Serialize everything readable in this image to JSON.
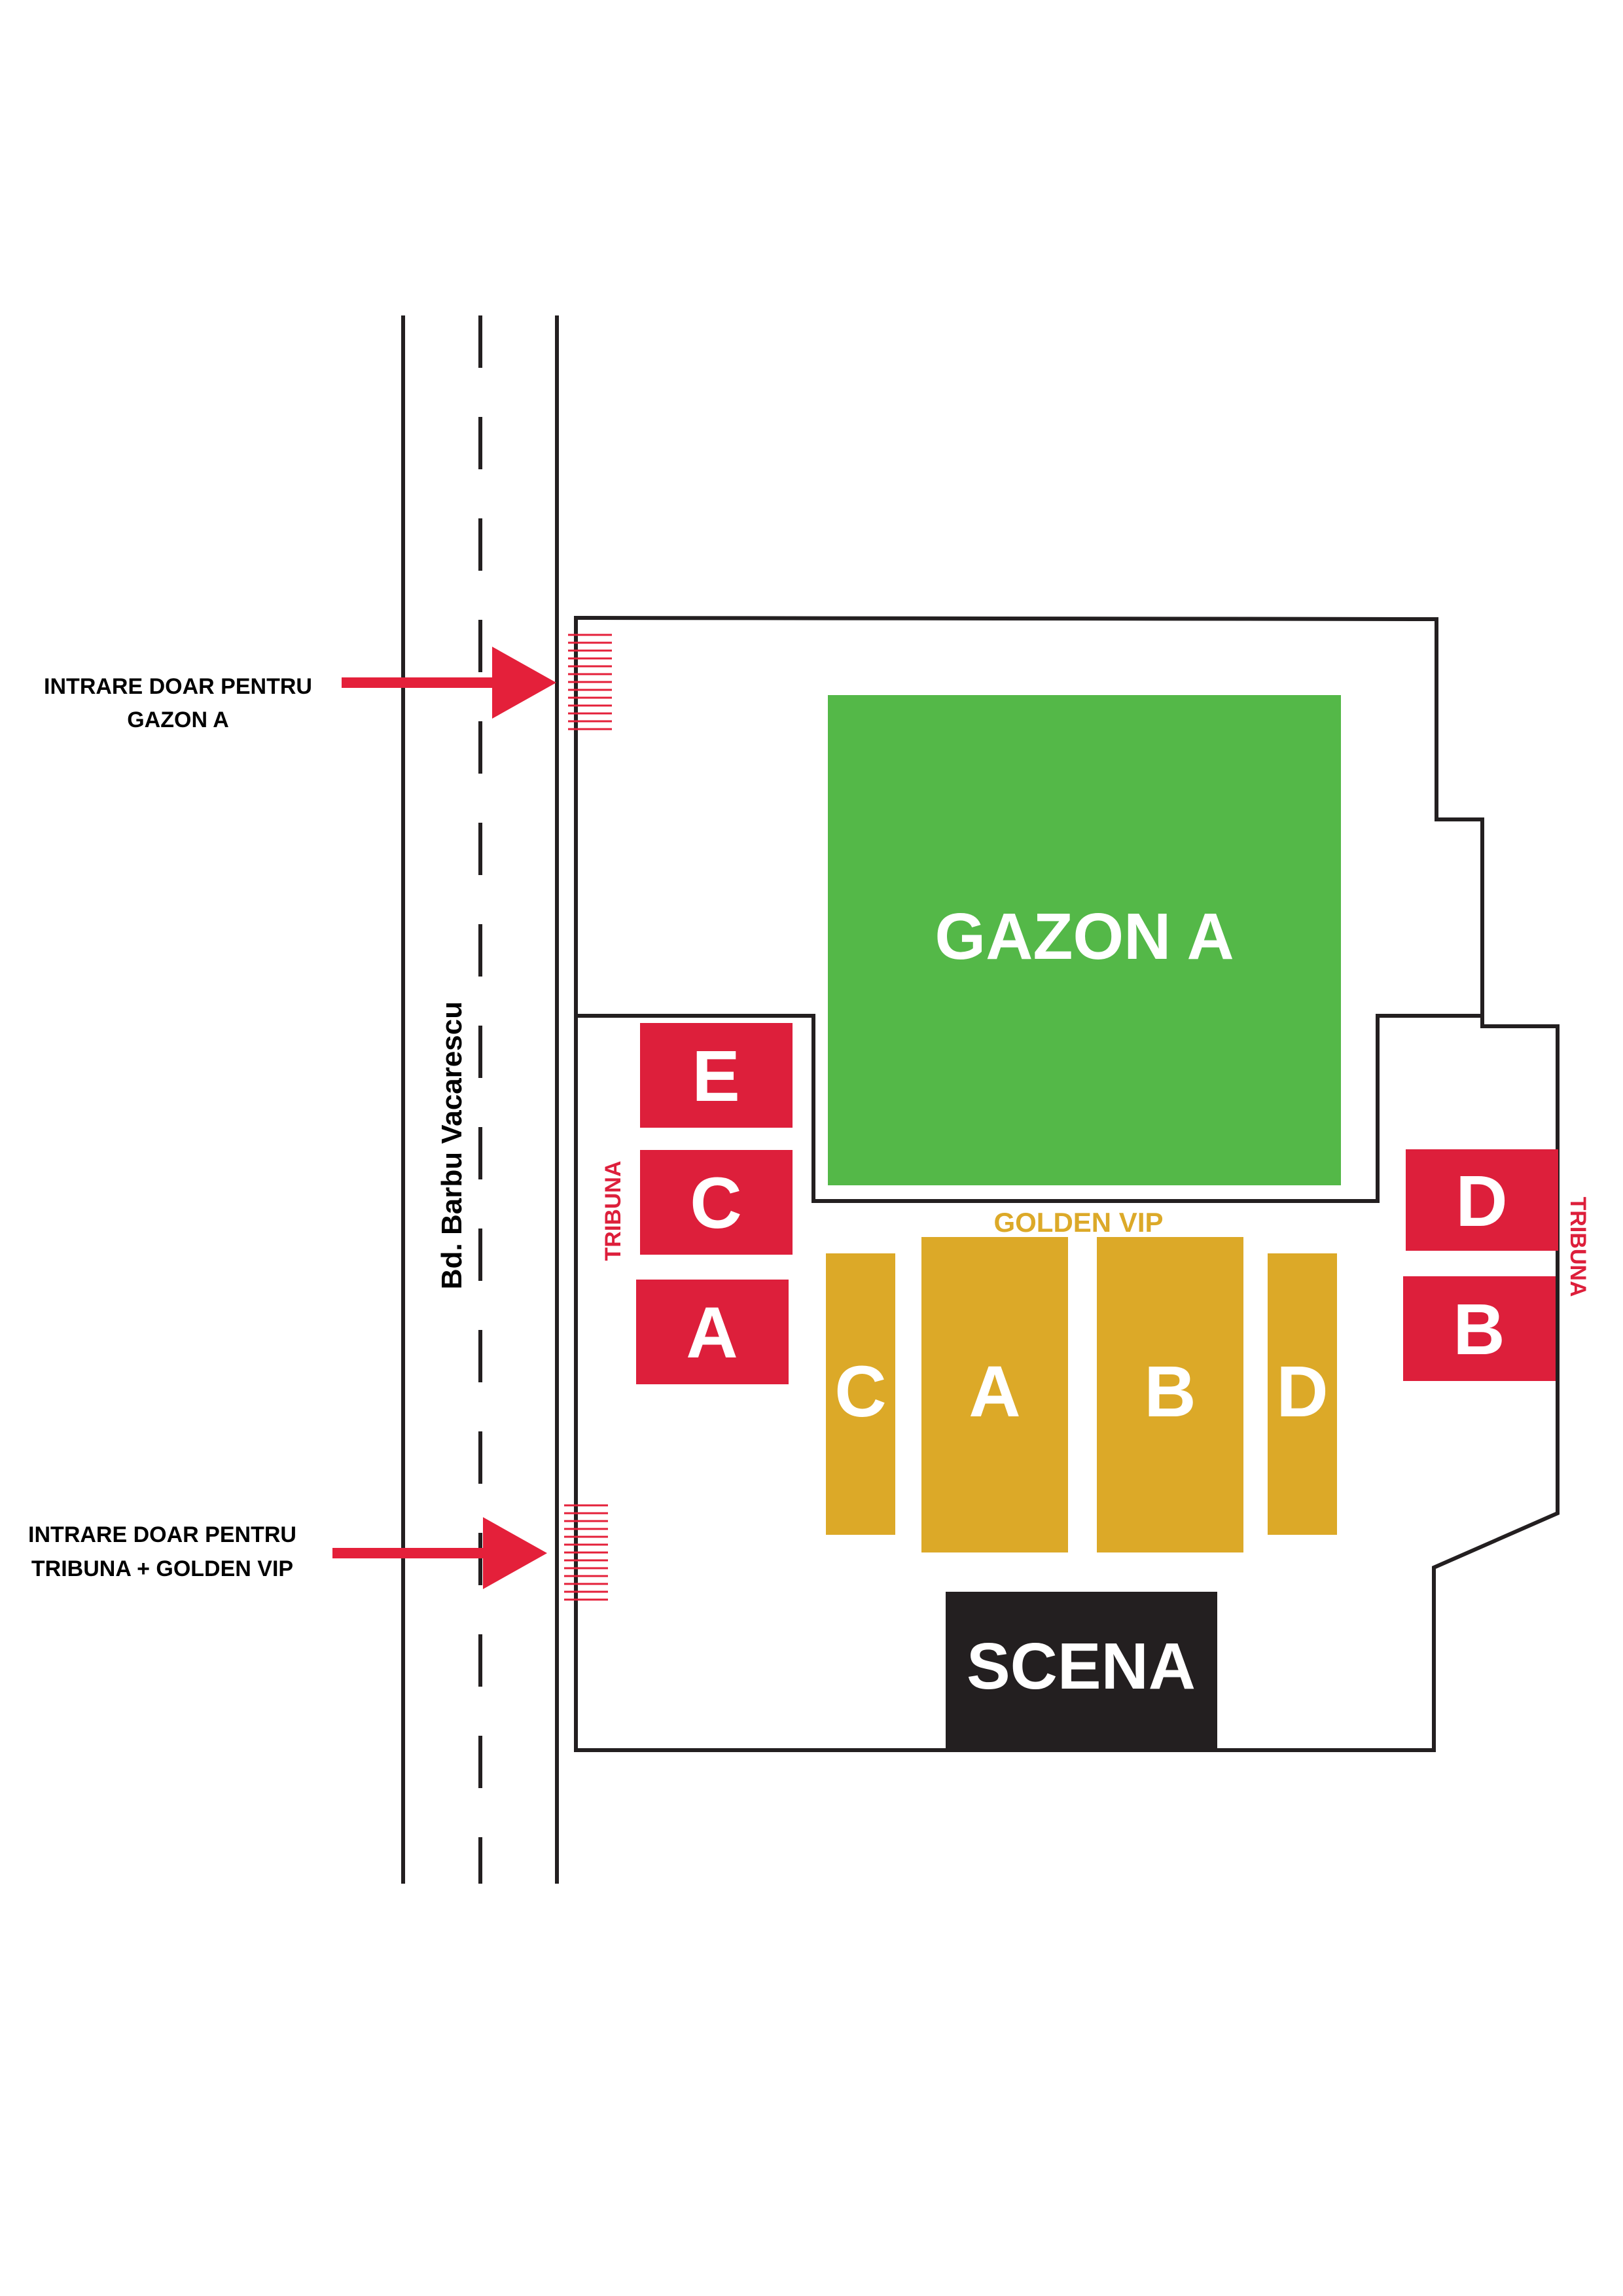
{
  "street": {
    "name": "Bd. Barbu Vacarescu"
  },
  "entrances": [
    {
      "line1": "INTRARE DOAR PENTRU",
      "line2": "GAZON A"
    },
    {
      "line1": "INTRARE DOAR PENTRU",
      "line2": "TRIBUNA + GOLDEN VIP"
    }
  ],
  "zones": {
    "gazon": "GAZON A",
    "golden_vip_title": "GOLDEN VIP",
    "golden_vip": {
      "c": "C",
      "a": "A",
      "b": "B",
      "d": "D"
    },
    "tribuna_left_label": "TRIBUNA",
    "tribuna_left": {
      "e": "E",
      "c": "C",
      "a": "A"
    },
    "tribuna_right_label": "TRIBUNA",
    "tribuna_right": {
      "d": "D",
      "b": "B"
    },
    "scena": "SCENA"
  },
  "colors": {
    "gazon": "#54b848",
    "golden": "#dca928",
    "tribuna": "#dd1f3b",
    "scena": "#231f20",
    "arrow": "#e4203a",
    "outline": "#231f20"
  }
}
